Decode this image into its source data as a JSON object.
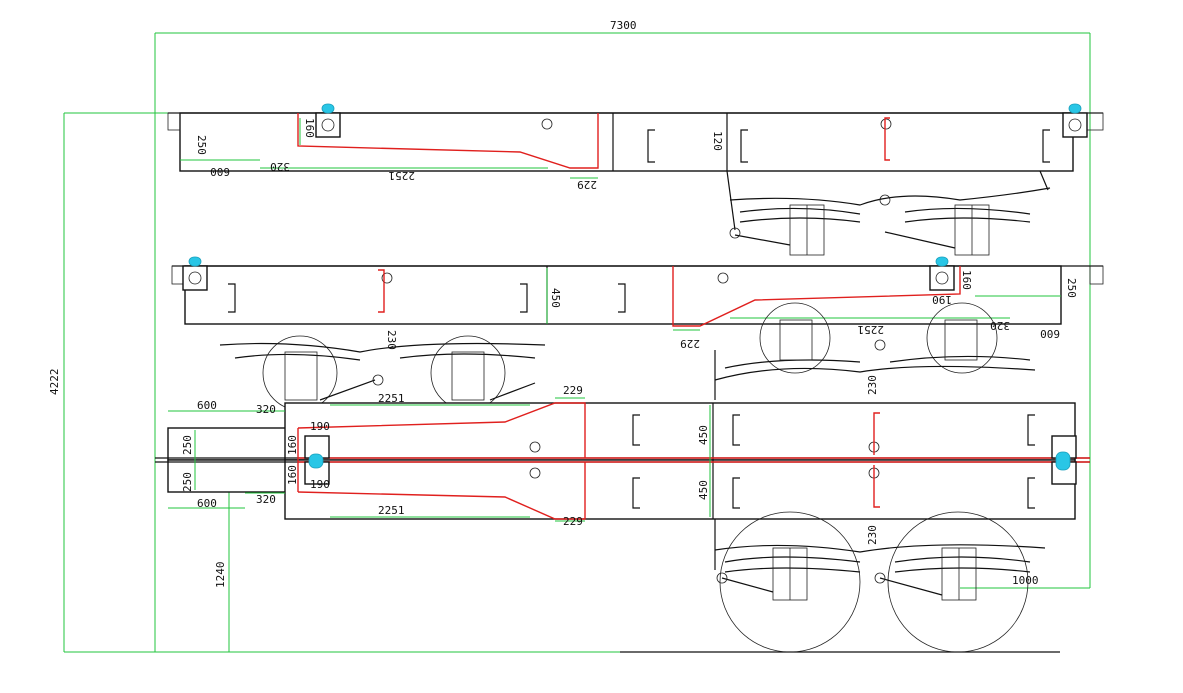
{
  "dimensions": {
    "overall_length": "7300",
    "overall_height": "4222",
    "rear_height": "1240",
    "rear_overhang": "1000",
    "top": {
      "beam_height_a": "250",
      "beam_height_b": "160",
      "beam_height_c": "120",
      "offset_a": "600",
      "offset_b": "320",
      "gooseneck_length": "2251",
      "gooseneck_step": "229"
    },
    "middle": {
      "beam_height_a": "450",
      "beam_height_b": "250",
      "beam_height_c": "160",
      "offset_a": "600",
      "offset_b": "320",
      "gooseneck_length": "2251",
      "gooseneck_step": "229",
      "lock_gap": "190",
      "spring_gap": "230"
    },
    "bottom": {
      "front_offset_upper": "600",
      "front_offset_lower": "600",
      "front_gap_upper": "320",
      "front_gap_lower": "320",
      "gooseneck_upper": "2251",
      "gooseneck_lower": "2251",
      "step_upper": "229",
      "step_lower": "229",
      "lock_gap_upper": "190",
      "lock_gap_lower": "190",
      "beam_height_upper": "250",
      "beam_height_lower": "250",
      "lock_height_upper": "160",
      "lock_height_lower": "160",
      "frame_height_upper": "450",
      "frame_height_lower": "450",
      "spring_gap_upper": "230",
      "spring_gap_lower": "230"
    }
  },
  "colors": {
    "dimension": "#22c43c",
    "gooseneck": "#e0201e",
    "twistlock": "#29c6e6",
    "outline": "#111111"
  }
}
